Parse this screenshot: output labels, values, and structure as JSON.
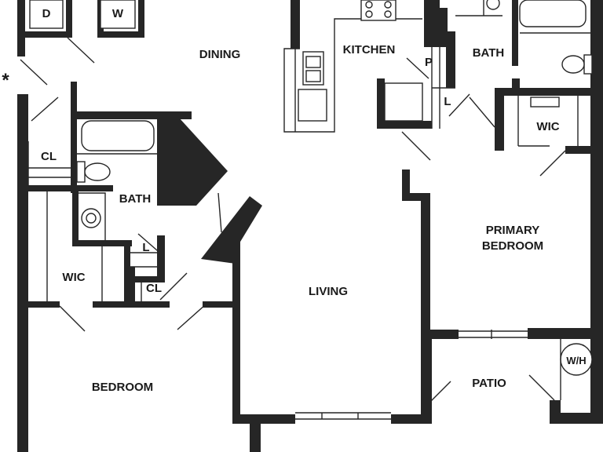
{
  "rooms": {
    "dining": "DINING",
    "kitchen": "KITCHEN",
    "bath_primary": "BATH",
    "bath_secondary": "BATH",
    "pantry": "P",
    "linen_kitchen": "L",
    "linen_hall": "L",
    "wic_primary": "WIC",
    "wic_secondary": "WIC",
    "closet_left": "CL",
    "closet_hall": "CL",
    "living": "LIVING",
    "primary_bedroom_1": "PRIMARY",
    "primary_bedroom_2": "BEDROOM",
    "bedroom": "BEDROOM",
    "patio": "PATIO",
    "water_heater": "W/H",
    "dryer": "D",
    "washer": "W",
    "asterisk": "*"
  },
  "colors": {
    "wall": "#262626",
    "background": "#ffffff",
    "text": "#1a1a1a"
  }
}
